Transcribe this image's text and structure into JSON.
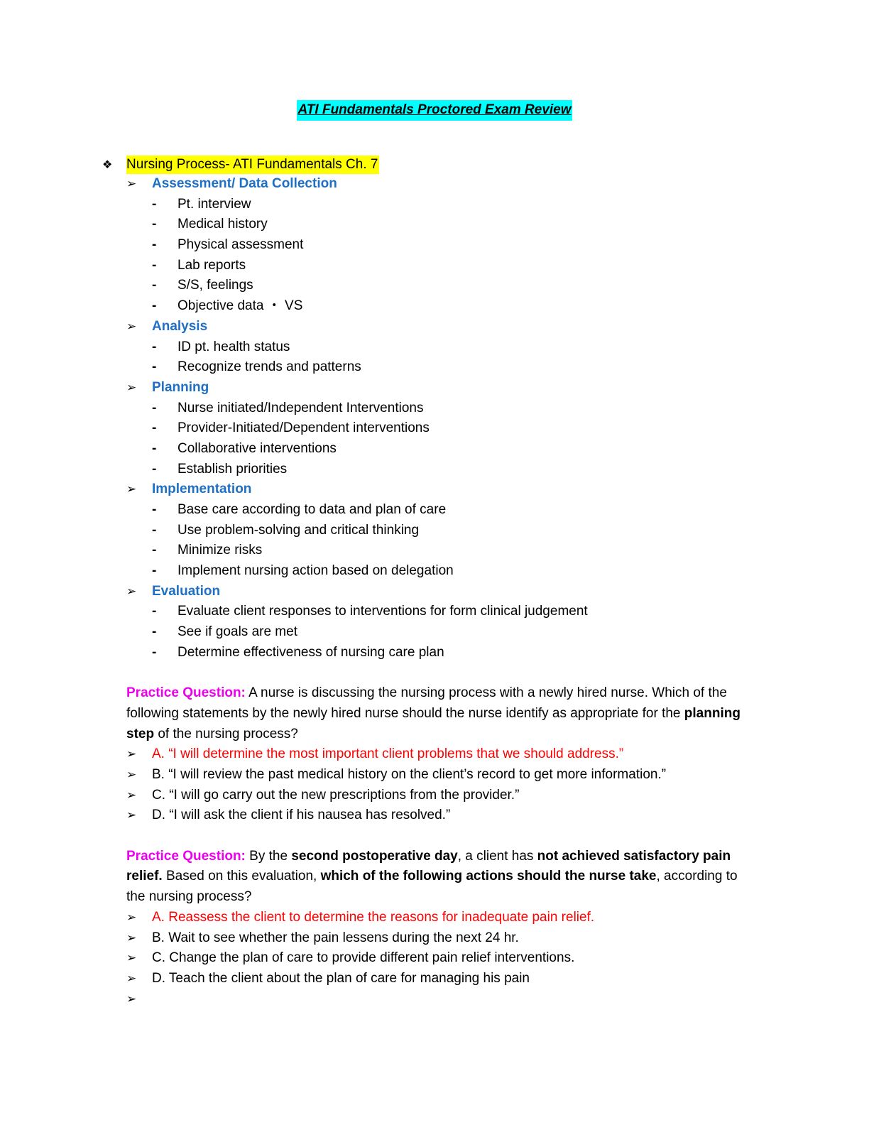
{
  "title": "ATI Fundamentals Proctored Exam Review",
  "section": {
    "marker": "❖",
    "label": "Nursing Process- ATI Fundamentals Ch. 7"
  },
  "phases": [
    {
      "name": "Assessment/ Data Collection",
      "items": [
        "Pt. interview",
        "Medical history",
        "Physical assessment",
        "Lab reports",
        "S/S, feelings",
        "Objective data ・ VS"
      ]
    },
    {
      "name": "Analysis",
      "items": [
        "ID pt. health status",
        "Recognize trends and patterns"
      ]
    },
    {
      "name": "Planning",
      "items": [
        "Nurse initiated/Independent Interventions",
        "Provider-Initiated/Dependent interventions",
        "Collaborative interventions",
        "Establish priorities"
      ]
    },
    {
      "name": "Implementation",
      "items": [
        "Base care according to data and plan of care",
        "Use problem-solving and critical thinking",
        "Minimize risks",
        "Implement nursing action based on delegation"
      ]
    },
    {
      "name": "Evaluation",
      "items": [
        "Evaluate client responses to interventions for form clinical judgement",
        "See if goals are met",
        "Determine effectiveness of nursing care plan"
      ]
    }
  ],
  "symbols": {
    "arrow": "➢",
    "dash": "-"
  },
  "question1": {
    "label": "Practice Question:",
    "text1": " A nurse is discussing the nursing process with a newly hired nurse. Which of the following statements by the newly hired nurse should the nurse identify as appropriate for the ",
    "bold1": "planning step",
    "text2": " of the nursing process?",
    "options": [
      "A. “I will determine the most important client problems that we should address.”",
      "B. “I will review the past medical history on the client’s record to get more information.”",
      "C. “I will go carry out the new prescriptions from the provider.”",
      "D. “I will ask the client if his nausea has resolved.”"
    ]
  },
  "question2": {
    "label": "Practice Question:",
    "text1": " By the ",
    "bold1": "second postoperative day",
    "text2": ", a client has ",
    "bold2": "not achieved satisfactory pain relief.",
    "text3": " Based on this evaluation, ",
    "bold3": "which of the following actions should the nurse take",
    "text4": ", according to the nursing process?",
    "options": [
      "A. Reassess the client to determine the reasons for inadequate pain relief.",
      "B. Wait to see whether the pain lessens during the next 24 hr.",
      "C. Change the plan of care to provide different pain relief interventions.",
      "D. Teach the client about the plan of care for managing his pain"
    ]
  },
  "colors": {
    "title_highlight": "#00ffff",
    "section_highlight": "#ffff00",
    "phase_heading": "#1f6fc4",
    "question_label": "#ee00ee",
    "correct_answer": "#ff0000"
  }
}
